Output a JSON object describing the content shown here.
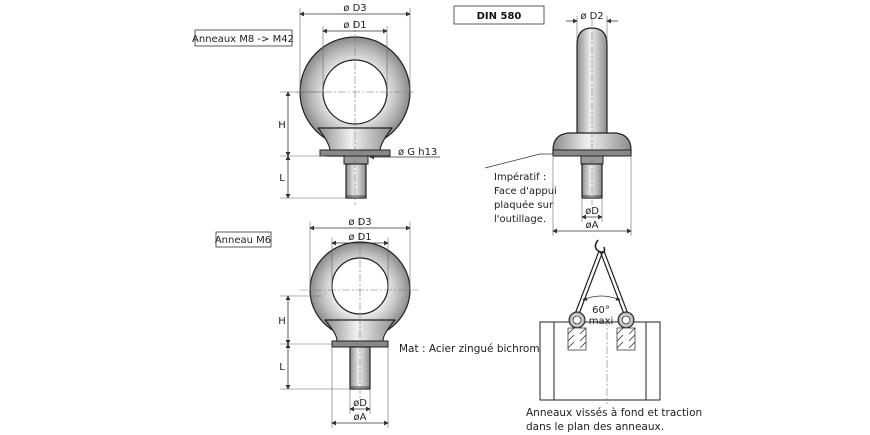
{
  "header": {
    "standard": "DIN 580"
  },
  "large_ring": {
    "caption": "Anneaux M8 -> M42",
    "dim_d3": "ø D3",
    "dim_d1": "ø D1",
    "dim_h": "H",
    "dim_l": "L",
    "dim_g": "ø G h13"
  },
  "side_view": {
    "dim_d2": "ø D2",
    "dim_d": "øD",
    "dim_a": "øA",
    "note_lines": [
      "Impératif :",
      "Face d'appui",
      "plaquée sur",
      "l'outillage."
    ]
  },
  "small_ring": {
    "caption": "Anneau M6",
    "dim_d3": "ø D3",
    "dim_d1": "ø D1",
    "dim_h": "H",
    "dim_l": "L",
    "dim_d": "øD",
    "dim_a": "øA"
  },
  "material_note": "Mat : Acier zingué bichromaté",
  "usage": {
    "angle_value": "60°",
    "angle_label": "maxi",
    "note_lines": [
      "Anneaux vissés à fond et traction",
      "dans le plan des anneaux."
    ]
  },
  "colors": {
    "metal_light": "#f2f2f2",
    "metal_dark": "#8a8a8a",
    "line": "#222222"
  }
}
